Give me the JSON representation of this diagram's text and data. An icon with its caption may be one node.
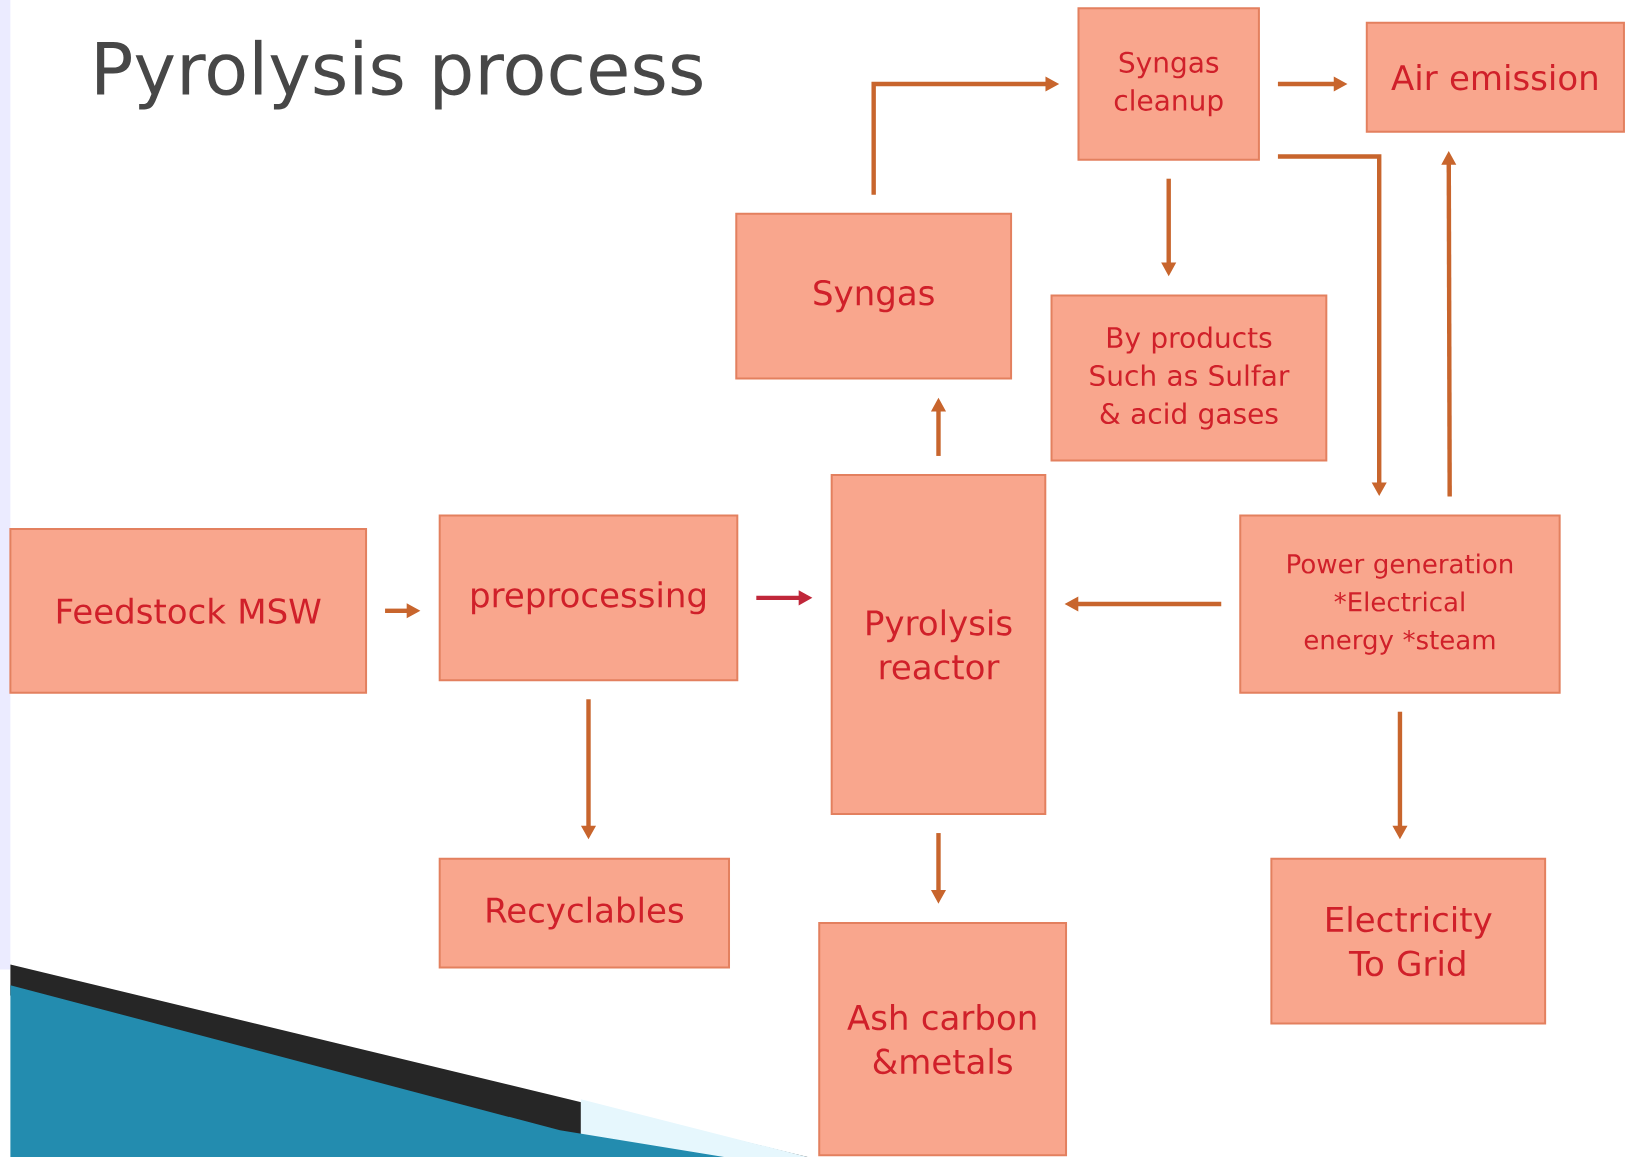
{
  "diagram": {
    "title": "Pyrolysis process",
    "nodes": [
      {
        "text": [
          "Feedstock MSW"
        ]
      },
      {
        "text": [
          "preprocessing"
        ]
      },
      {
        "text": [
          "Pyrolysis reactor"
        ]
      },
      {
        "text": [
          "Syngas"
        ]
      },
      {
        "text": [
          "Syngas cleanup"
        ]
      },
      {
        "text": [
          "Air emission"
        ]
      },
      {
        "text": [
          "By products Such as Sulfar & acid gases"
        ]
      },
      {
        "text": [
          "Power generation *Electrical energy *steam"
        ]
      },
      {
        "text": [
          "Recyclables"
        ]
      },
      {
        "text": [
          "Ash carbon &metals"
        ]
      },
      {
        "text": [
          "Electricity To Grid"
        ]
      }
    ],
    "edges": [
      {
        "from": 0,
        "to": 1,
        "arrow": "to"
      },
      {
        "from": 1,
        "to": 2,
        "arrow": "to",
        "color": "#c0273a"
      },
      {
        "from": 2,
        "to": 3,
        "arrow": "to"
      },
      {
        "from": 3,
        "to": 4,
        "arrow": "to"
      },
      {
        "from": 4,
        "to": 5,
        "arrow": "to"
      },
      {
        "from": 4,
        "to": 6,
        "arrow": "to"
      },
      {
        "from": 4,
        "to": 7,
        "arrow": "to"
      },
      {
        "from": 7,
        "to": 5,
        "arrow": "to"
      },
      {
        "from": 7,
        "to": 2,
        "arrow": "to"
      },
      {
        "from": 1,
        "to": 8,
        "arrow": "to"
      },
      {
        "from": 2,
        "to": 9,
        "arrow": "to"
      },
      {
        "from": 7,
        "to": 10,
        "arrow": "to"
      }
    ]
  }
}
